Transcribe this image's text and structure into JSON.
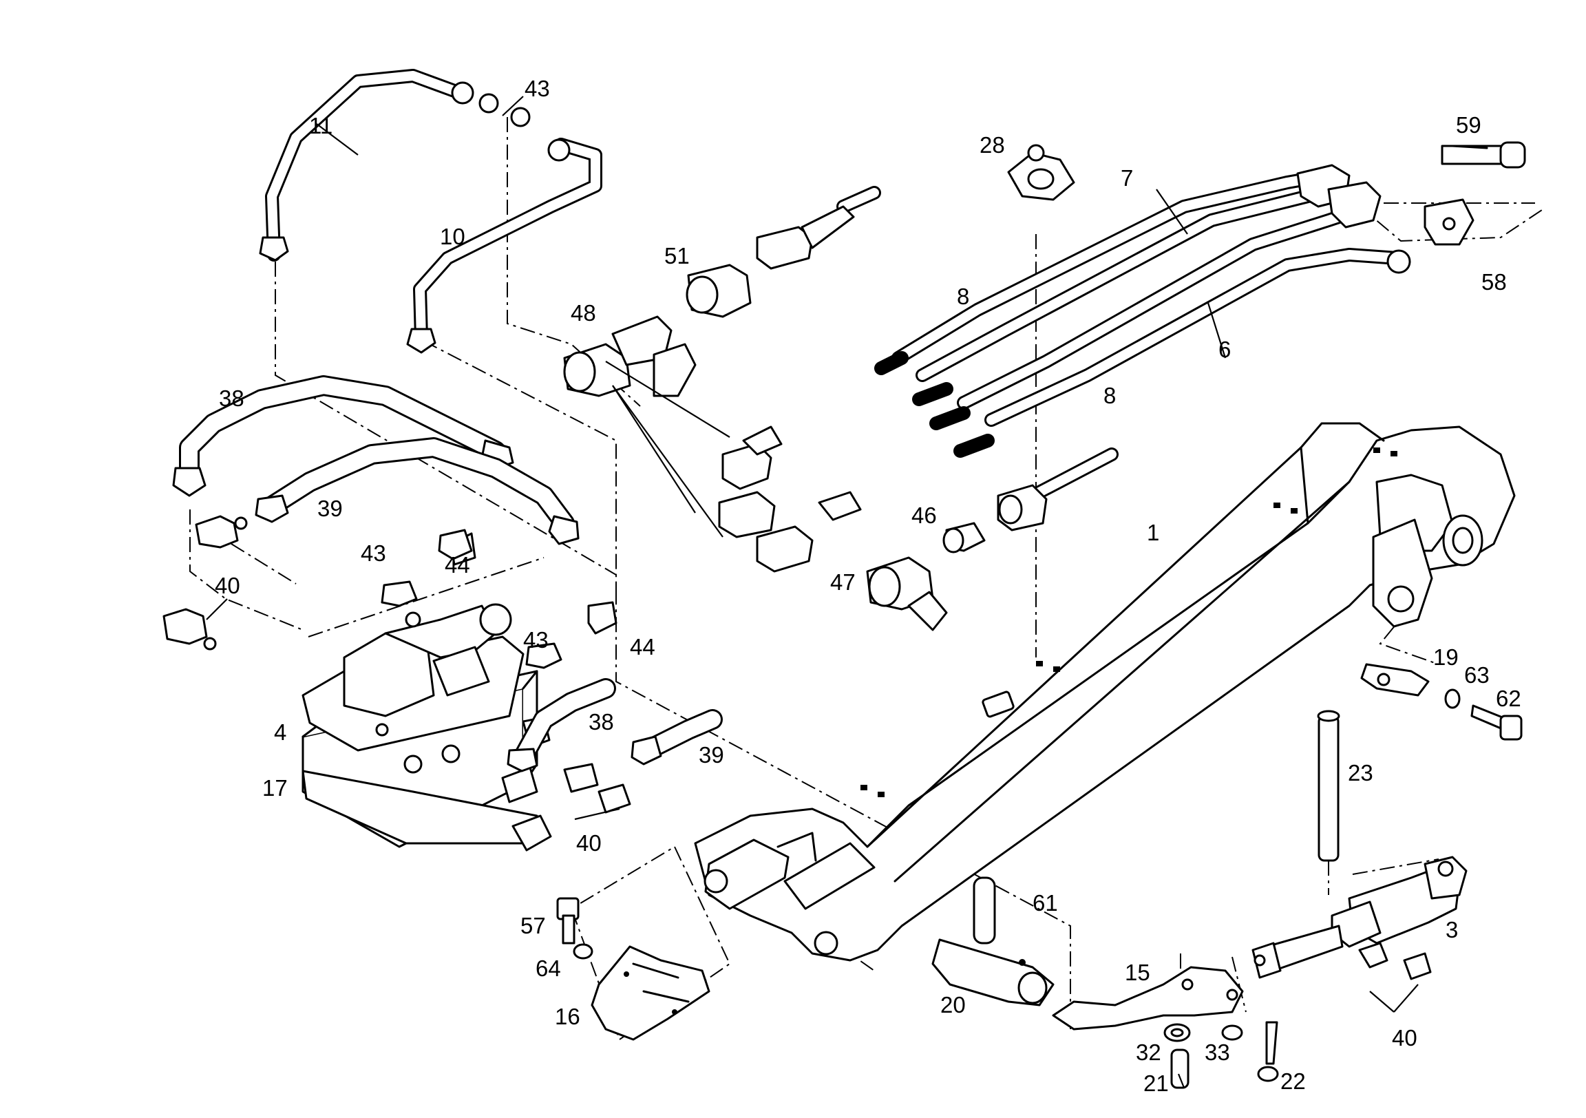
{
  "diagram": {
    "kind": "exploded hydraulic parts assembly",
    "callouts": [
      {
        "id": "c11",
        "text": "11"
      },
      {
        "id": "c43a",
        "text": "43"
      },
      {
        "id": "c10",
        "text": "10"
      },
      {
        "id": "c51",
        "text": "51"
      },
      {
        "id": "c48",
        "text": "48"
      },
      {
        "id": "c28",
        "text": "28"
      },
      {
        "id": "c7",
        "text": "7"
      },
      {
        "id": "c59",
        "text": "59"
      },
      {
        "id": "c58",
        "text": "58"
      },
      {
        "id": "c8a",
        "text": "8"
      },
      {
        "id": "c6",
        "text": "6"
      },
      {
        "id": "c8b",
        "text": "8"
      },
      {
        "id": "c38a",
        "text": "38"
      },
      {
        "id": "c39a",
        "text": "39"
      },
      {
        "id": "c43b",
        "text": "43"
      },
      {
        "id": "c44a",
        "text": "44"
      },
      {
        "id": "c40a",
        "text": "40"
      },
      {
        "id": "c43c",
        "text": "43"
      },
      {
        "id": "c44b",
        "text": "44"
      },
      {
        "id": "c46",
        "text": "46"
      },
      {
        "id": "c47",
        "text": "47"
      },
      {
        "id": "c1",
        "text": "1"
      },
      {
        "id": "c19",
        "text": "19"
      },
      {
        "id": "c63",
        "text": "63"
      },
      {
        "id": "c62",
        "text": "62"
      },
      {
        "id": "c4",
        "text": "4"
      },
      {
        "id": "c38b",
        "text": "38"
      },
      {
        "id": "c39b",
        "text": "39"
      },
      {
        "id": "c17",
        "text": "17"
      },
      {
        "id": "c40b",
        "text": "40"
      },
      {
        "id": "c23",
        "text": "23"
      },
      {
        "id": "c61",
        "text": "61"
      },
      {
        "id": "c3",
        "text": "3"
      },
      {
        "id": "c57",
        "text": "57"
      },
      {
        "id": "c64",
        "text": "64"
      },
      {
        "id": "c16",
        "text": "16"
      },
      {
        "id": "c20",
        "text": "20"
      },
      {
        "id": "c15",
        "text": "15"
      },
      {
        "id": "c40c",
        "text": "40"
      },
      {
        "id": "c32",
        "text": "32"
      },
      {
        "id": "c33",
        "text": "33"
      },
      {
        "id": "c21",
        "text": "21"
      },
      {
        "id": "c22",
        "text": "22"
      }
    ]
  }
}
